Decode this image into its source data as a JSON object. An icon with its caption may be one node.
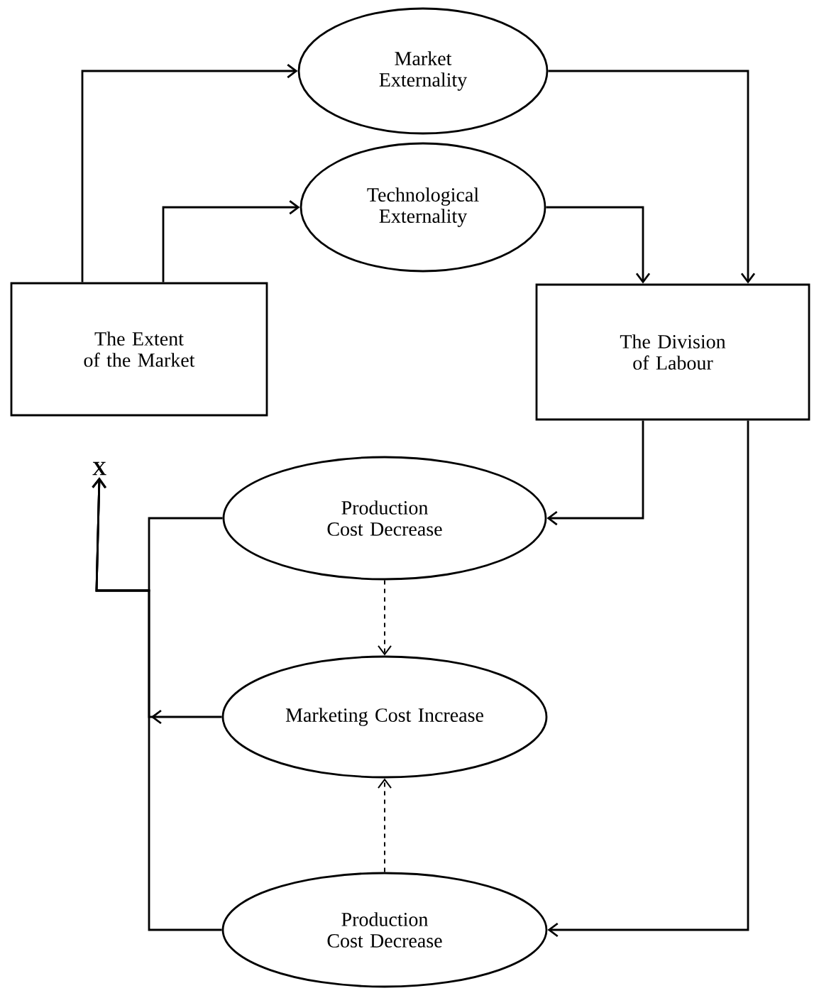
{
  "diagram": {
    "nodes": [
      {
        "text": [
          "Market Externality"
        ]
      },
      {
        "text": [
          "Technological Externality"
        ]
      },
      {
        "text": [
          "The Extent of the Market"
        ]
      },
      {
        "text": [
          "The Division of Labour"
        ]
      },
      {
        "text": [
          "Production Cost Decrease"
        ]
      },
      {
        "text": [
          "Marketing Cost Increase"
        ]
      },
      {
        "text": [
          "Production Cost Decrease"
        ]
      },
      {
        "text": [
          "X"
        ]
      }
    ],
    "edges": [
      {
        "from": 2,
        "to": 0,
        "arrow": "to"
      },
      {
        "from": 2,
        "to": 1,
        "arrow": "to"
      },
      {
        "from": 0,
        "to": 3,
        "arrow": "to"
      },
      {
        "from": 1,
        "to": 3,
        "arrow": "to"
      },
      {
        "from": 3,
        "to": 4,
        "arrow": "to"
      },
      {
        "from": 3,
        "to": 6,
        "arrow": "to"
      },
      {
        "from": 4,
        "to": 5,
        "arrow": "to",
        "style": "dashed"
      },
      {
        "from": 6,
        "to": 5,
        "arrow": "to",
        "style": "dashed"
      },
      {
        "from": 4,
        "to": 7,
        "arrow": "to"
      },
      {
        "from": 5,
        "to": 7,
        "arrow": "to"
      },
      {
        "from": 6,
        "to": 7,
        "arrow": "to"
      }
    ]
  }
}
